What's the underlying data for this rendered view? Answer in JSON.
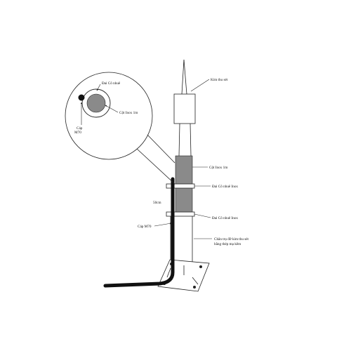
{
  "labels": {
    "lightning_rod": "Kim thu sét",
    "inox_pole": "Cột Inox 1m",
    "clamp_upper": "Đai Cô nhuê Inox",
    "clamp_lower": "Đai Cô nhuê Inox",
    "cable": "Cáp M70",
    "spacing": "50cm",
    "base_line1": "Chân trụ đỡ kim thu sét",
    "base_line2": "bằng thép mạ kẽm",
    "detail_clamp": "Đai Cô nhuê",
    "detail_pole": "Cột Inox 1m",
    "detail_cable_line1": "Cáp",
    "detail_cable_line2": "M70"
  },
  "colors": {
    "line": "#222222",
    "inox": "#8a8a8a",
    "cable": "#111111"
  }
}
